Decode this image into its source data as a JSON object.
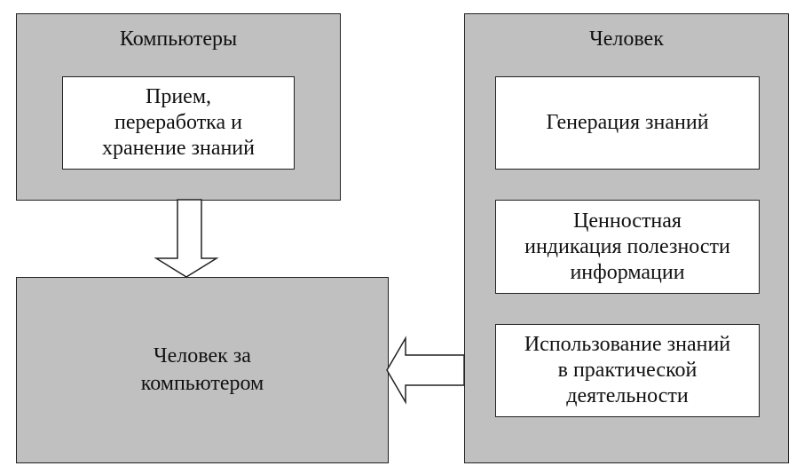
{
  "computers": {
    "title": "Компьютеры",
    "box": "Прием,\nпереработка и\nхранение знаний"
  },
  "human": {
    "title": "Человек",
    "boxes": [
      "Генерация знаний",
      "Ценностная\nиндикация полезности\nинформации",
      "Использование знаний\nв практической\nдеятельности"
    ]
  },
  "result": {
    "label": "Человек за\nкомпьютером"
  }
}
